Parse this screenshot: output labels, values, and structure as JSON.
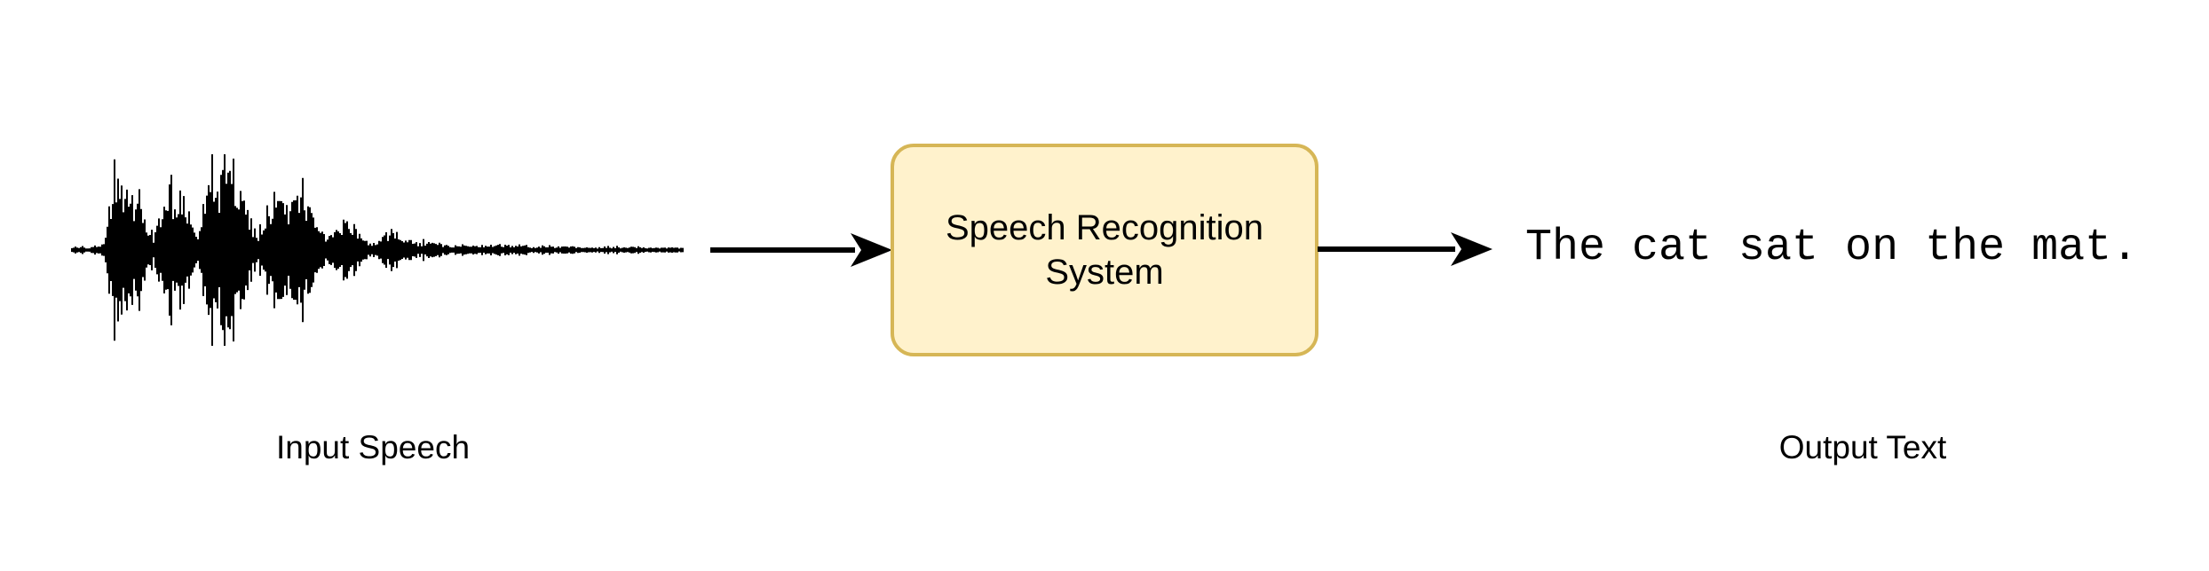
{
  "diagram": {
    "background_color": "#ffffff",
    "text_color": "#000000",
    "arrow_color": "#000000",
    "nodes": {
      "system_box": {
        "label": "Speech Recognition System",
        "fill_color": "#FFF2CC",
        "border_color": "#D6B656",
        "text_color": "#000000"
      }
    },
    "input": {
      "caption": "Input Speech",
      "waveform": {
        "description": "black mono audio waveform with several amplitude bursts tapering to silence",
        "color": "#000000",
        "envelope": [
          [
            0.0,
            3
          ],
          [
            0.045,
            4
          ],
          [
            0.055,
            10
          ],
          [
            0.06,
            55
          ],
          [
            0.08,
            92
          ],
          [
            0.1,
            70
          ],
          [
            0.12,
            45
          ],
          [
            0.135,
            18
          ],
          [
            0.15,
            65
          ],
          [
            0.17,
            80
          ],
          [
            0.19,
            55
          ],
          [
            0.205,
            15
          ],
          [
            0.22,
            70
          ],
          [
            0.25,
            100
          ],
          [
            0.27,
            85
          ],
          [
            0.29,
            50
          ],
          [
            0.305,
            12
          ],
          [
            0.32,
            55
          ],
          [
            0.34,
            70
          ],
          [
            0.36,
            60
          ],
          [
            0.38,
            68
          ],
          [
            0.4,
            45
          ],
          [
            0.42,
            10
          ],
          [
            0.44,
            30
          ],
          [
            0.455,
            42
          ],
          [
            0.47,
            25
          ],
          [
            0.49,
            6
          ],
          [
            0.51,
            18
          ],
          [
            0.525,
            26
          ],
          [
            0.54,
            15
          ],
          [
            0.57,
            8
          ],
          [
            0.59,
            12
          ],
          [
            0.61,
            6
          ],
          [
            0.65,
            5
          ],
          [
            0.7,
            7
          ],
          [
            0.75,
            4
          ],
          [
            0.8,
            5
          ],
          [
            0.85,
            3
          ],
          [
            0.9,
            4
          ],
          [
            0.95,
            3
          ],
          [
            1.0,
            3
          ]
        ]
      }
    },
    "output": {
      "caption": "Output Text",
      "text": "The cat sat on the mat."
    }
  }
}
